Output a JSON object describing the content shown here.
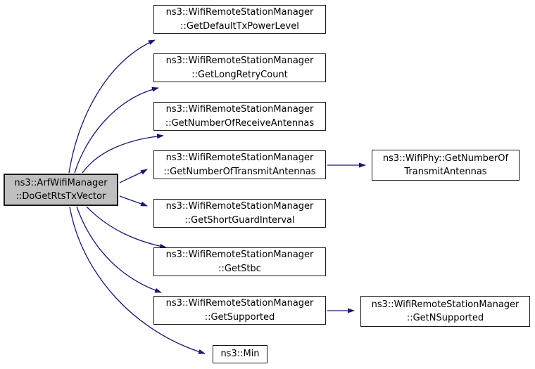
{
  "diagram": {
    "kind": "doxygen-call-graph",
    "root_function": "ns3::ArfWifiManager::DoGetRtsTxVector"
  },
  "colors": {
    "edge": "#191970",
    "node_border": "#1a1a1a",
    "node_fill": "#ffffff",
    "highlight_fill": "#bfbfbf",
    "text": "#000000",
    "background": "#ffffff"
  },
  "nodes": [
    {
      "id": "do-get-rts-tx-vector",
      "label": "ns3::ArfWifiManager\n::DoGetRtsTxVector",
      "highlighted": true
    },
    {
      "id": "get-default-tx-power-level",
      "label": "ns3::WifiRemoteStationManager\n::GetDefaultTxPowerLevel",
      "highlighted": false
    },
    {
      "id": "get-long-retry-count",
      "label": "ns3::WifiRemoteStationManager\n::GetLongRetryCount",
      "highlighted": false
    },
    {
      "id": "get-number-of-receive-antennas",
      "label": "ns3::WifiRemoteStationManager\n::GetNumberOfReceiveAntennas",
      "highlighted": false
    },
    {
      "id": "get-number-of-transmit-antennas",
      "label": "ns3::WifiRemoteStationManager\n::GetNumberOfTransmitAntennas",
      "highlighted": false
    },
    {
      "id": "get-short-guard-interval",
      "label": "ns3::WifiRemoteStationManager\n::GetShortGuardInterval",
      "highlighted": false
    },
    {
      "id": "get-stbc",
      "label": "ns3::WifiRemoteStationManager\n::GetStbc",
      "highlighted": false
    },
    {
      "id": "get-supported",
      "label": "ns3::WifiRemoteStationManager\n::GetSupported",
      "highlighted": false
    },
    {
      "id": "min",
      "label": "ns3::Min",
      "highlighted": false
    },
    {
      "id": "wifiphy-get-number-of-transmit-antennas",
      "label": "ns3::WifiPhy::GetNumberOf\nTransmitAntennas",
      "highlighted": false
    },
    {
      "id": "get-n-supported",
      "label": "ns3::WifiRemoteStationManager\n::GetNSupported",
      "highlighted": false
    }
  ],
  "edges": [
    {
      "from": "do-get-rts-tx-vector",
      "to": "get-default-tx-power-level"
    },
    {
      "from": "do-get-rts-tx-vector",
      "to": "get-long-retry-count"
    },
    {
      "from": "do-get-rts-tx-vector",
      "to": "get-number-of-receive-antennas"
    },
    {
      "from": "do-get-rts-tx-vector",
      "to": "get-number-of-transmit-antennas"
    },
    {
      "from": "do-get-rts-tx-vector",
      "to": "get-short-guard-interval"
    },
    {
      "from": "do-get-rts-tx-vector",
      "to": "get-stbc"
    },
    {
      "from": "do-get-rts-tx-vector",
      "to": "get-supported"
    },
    {
      "from": "do-get-rts-tx-vector",
      "to": "min"
    },
    {
      "from": "get-number-of-transmit-antennas",
      "to": "wifiphy-get-number-of-transmit-antennas"
    },
    {
      "from": "get-supported",
      "to": "get-n-supported"
    }
  ]
}
